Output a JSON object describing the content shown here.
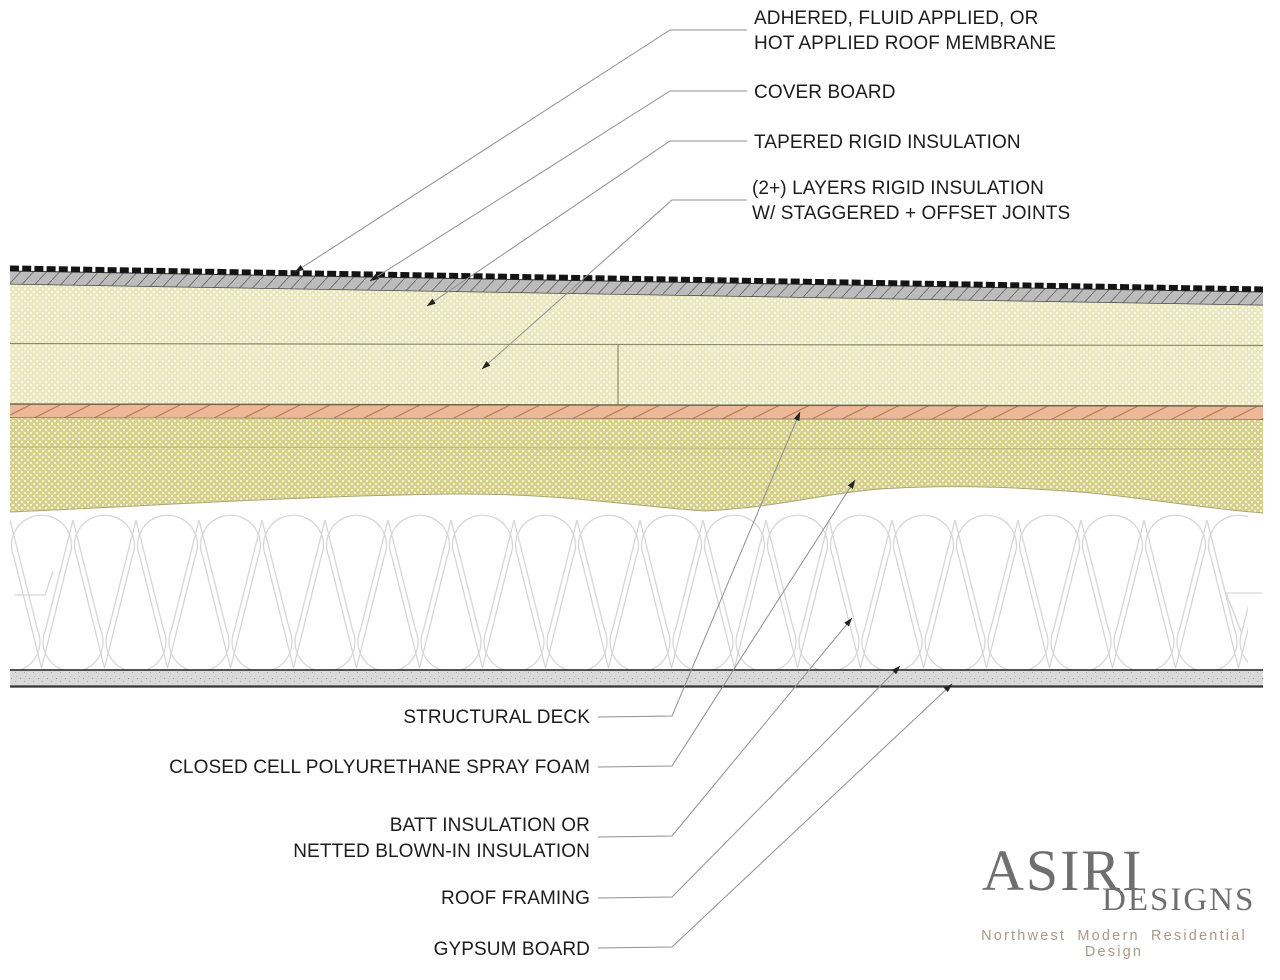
{
  "callouts_top": [
    {
      "id": "roof-membrane",
      "lines": [
        "ADHERED, FLUID APPLIED, OR",
        "HOT APPLIED ROOF MEMBRANE"
      ]
    },
    {
      "id": "cover-board",
      "lines": [
        "COVER BOARD"
      ]
    },
    {
      "id": "tapered-rigid-insulation",
      "lines": [
        "TAPERED RIGID INSULATION"
      ]
    },
    {
      "id": "rigid-insulation-layers",
      "lines": [
        "(2+) LAYERS RIGID INSULATION",
        "W/ STAGGERED + OFFSET JOINTS"
      ]
    }
  ],
  "callouts_bottom": [
    {
      "id": "structural-deck",
      "lines": [
        "STRUCTURAL DECK"
      ]
    },
    {
      "id": "spray-foam",
      "lines": [
        "CLOSED CELL POLYURETHANE SPRAY FOAM"
      ]
    },
    {
      "id": "batt-insulation",
      "lines": [
        "BATT INSULATION OR",
        "NETTED BLOWN-IN INSULATION"
      ]
    },
    {
      "id": "roof-framing",
      "lines": [
        "ROOF FRAMING"
      ]
    },
    {
      "id": "gypsum-board",
      "lines": [
        "GYPSUM BOARD"
      ]
    }
  ],
  "layers": [
    {
      "name": "roof membrane",
      "style": "black dashed line",
      "color": "#141414"
    },
    {
      "name": "cover board",
      "style": "gray diagonal hatch",
      "color": "#bcbcbc"
    },
    {
      "name": "tapered rigid insulation",
      "style": "cream dotted fill",
      "color": "#ece8c0"
    },
    {
      "name": "rigid insulation layers",
      "style": "cream dotted fill with joint",
      "color": "#ece8c0"
    },
    {
      "name": "structural deck",
      "style": "salmon diagonal hatch",
      "color": "#edb897"
    },
    {
      "name": "closed cell spray foam",
      "style": "olive dotted fill, wavy bottom",
      "color": "#d6d18c"
    },
    {
      "name": "batt insulation",
      "style": "light gray loop symbol",
      "color": "#d7d7d7"
    },
    {
      "name": "gypsum board",
      "style": "gray speckled band",
      "color": "#d9d9d9"
    }
  ],
  "logo": {
    "name": "ASIRI",
    "suffix": "DESIGNS",
    "tagline": "Northwest  Modern  Residential  Design",
    "name_color": "#6f6f6f",
    "tagline_color": "#a89a8a"
  },
  "colors": {
    "background": "#ffffff",
    "leader_line": "#8f8f8f",
    "arrowhead": "#222222",
    "text": "#1c1c1c"
  }
}
